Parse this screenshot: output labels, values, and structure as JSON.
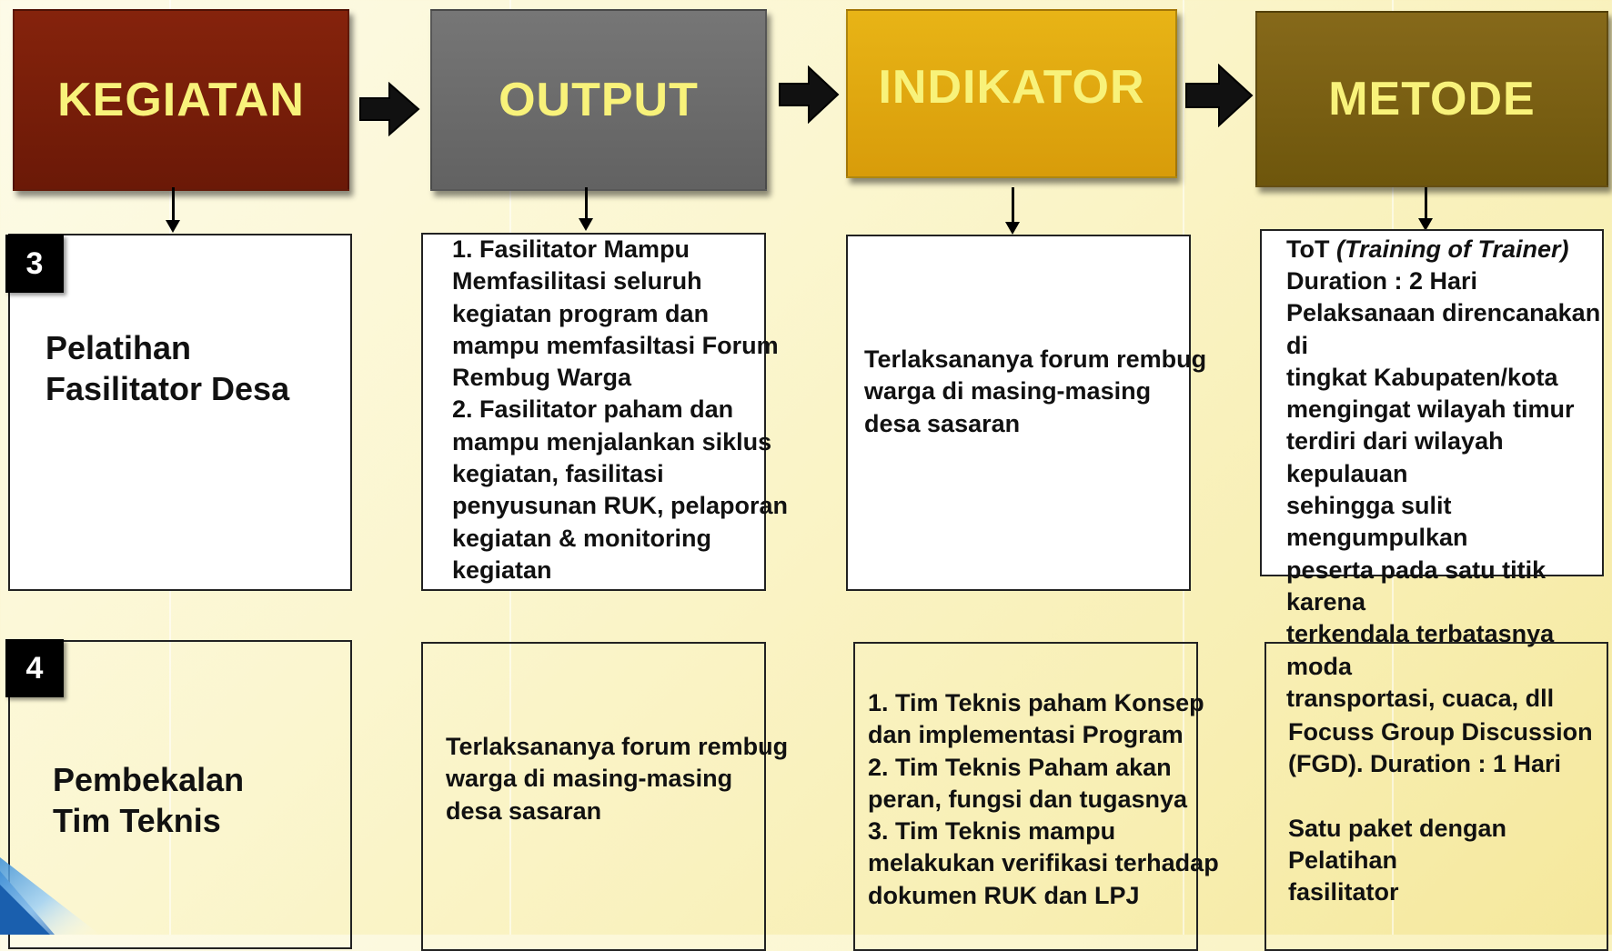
{
  "headers": [
    {
      "label": "KEGIATAN",
      "color": "#7a1e0a"
    },
    {
      "label": "OUTPUT",
      "color": "#6e6e6e"
    },
    {
      "label": "INDIKATOR",
      "color": "#e0a810"
    },
    {
      "label": "METODE",
      "color": "#7d6210"
    }
  ],
  "rows": [
    {
      "number": "3",
      "kegiatan": "Pelatihan\nFasilitator Desa",
      "output": "1. Fasilitator Mampu\nMemfasilitasi seluruh\nkegiatan program dan\nmampu memfasiltasi Forum\nRembug Warga\n2. Fasilitator paham dan\nmampu menjalankan siklus\nkegiatan, fasilitasi\npenyusunan RUK, pelaporan\nkegiatan & monitoring\nkegiatan",
      "indikator": "Terlaksananya forum rembug\nwarga di masing-masing\ndesa sasaran",
      "metode_title": "ToT ",
      "metode_title_italic": "(Training of Trainer)",
      "metode": "Duration : 2 Hari\nPelaksanaan direncanakan di\ntingkat Kabupaten/kota\nmengingat wilayah timur\nterdiri dari wilayah kepulauan\nsehingga sulit mengumpulkan\npeserta pada satu titik  karena\nterkendala terbatasnya moda\ntransportasi, cuaca, dll"
    },
    {
      "number": "4",
      "kegiatan": "Pembekalan\nTim Teknis",
      "output": "Terlaksananya forum rembug\nwarga di masing-masing\ndesa sasaran",
      "indikator": "1. Tim Teknis paham Konsep\ndan implementasi Program\n2. Tim Teknis Paham akan\nperan, fungsi dan tugasnya\n3. Tim Teknis mampu\nmelakukan verifikasi terhadap\ndokumen RUK dan LPJ",
      "metode": "Focuss Group Discussion\n(FGD). Duration : 1  Hari\n\nSatu paket dengan Pelatihan\nfasilitator"
    }
  ]
}
